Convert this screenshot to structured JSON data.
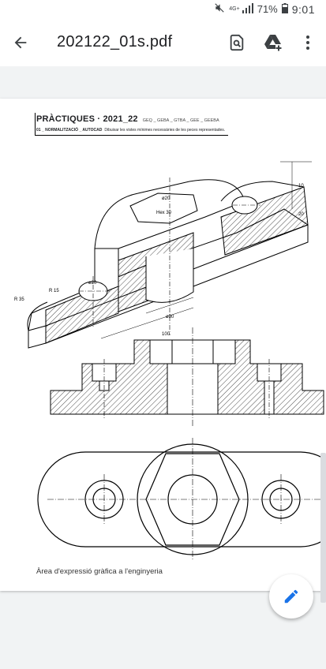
{
  "status_bar": {
    "network": "4G+",
    "battery": "71%",
    "time": "9:01",
    "icons": [
      "mute-icon",
      "signal-icon",
      "battery-icon"
    ]
  },
  "app_bar": {
    "title": "202122_01s.pdf",
    "actions": [
      "back-arrow-icon",
      "search-in-document-icon",
      "drive-add-icon",
      "more-vert-icon"
    ]
  },
  "document": {
    "heading": "PRÀCTIQUES · 2021_22",
    "groups": "GEQ _ GEBA _ GTBA _ GEE _ GEEBA",
    "exercise_code": "01 _ NORMALITZACIÓ _ AUTOCAD",
    "exercise_desc": "Dibuixar les vistes mínimes necessàries de les peces representades.",
    "footer": "Àrea d'expressió gràfica a l'enginyeria",
    "dimensions": {
      "r35": "R 35",
      "r15": "R 15",
      "d20_left": "ø20",
      "d20_top": "ø20",
      "hex": "Hex 30",
      "d30": "ø30",
      "len100": "100",
      "h10": "10",
      "h20": "20"
    }
  },
  "colors": {
    "accent": "#1a73e8",
    "viewer_bg": "#f1f3f4",
    "line": "#000000"
  }
}
